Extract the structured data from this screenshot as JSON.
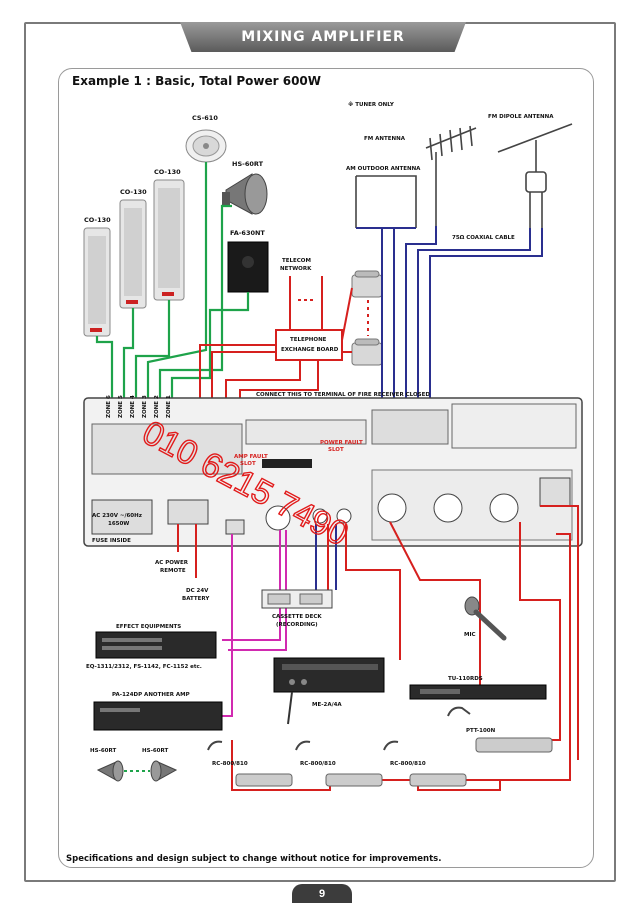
{
  "header": {
    "title": "MIXING AMPLIFIER"
  },
  "example_title": "Example 1 : Basic, Total Power 600W",
  "footer_note": "Specifications and design subject to change without notice for improvements.",
  "page_number": "9",
  "watermark": {
    "text": "010 6215 7490",
    "color": "#e21a1a"
  },
  "labels": {
    "co130_1": "CO-130",
    "co130_2": "CO-130",
    "co130_3": "CO-130",
    "cs610": "CS-610",
    "hs60rt": "HS-60RT",
    "fa630nt": "FA-630NT",
    "telecom": "TELECOM",
    "network": "NETWORK",
    "telephone": "TELEPHONE",
    "exchange_board": "EXCHANGE BOARD",
    "tuner_only": "※ TUNER ONLY",
    "fm_antenna": "FM ANTENNA",
    "fm_dipole": "FM DIPOLE ANTENNA",
    "am_outdoor": "AM OUTDOOR ANTENNA",
    "coaxial": "75Ω COAXIAL CABLE",
    "connect_fire": "CONNECT THIS TO TERMINAL OF FIRE RECEIVER CLOSED",
    "amp_fault": "AMP FAULT",
    "amp_fault_slot": "SLOT",
    "power_fault": "POWER FAULT",
    "power_fault_slot": "SLOT",
    "zone_6": "ZONE 6",
    "zone_5": "ZONE 5",
    "zone_4": "ZONE 4",
    "zone_3": "ZONE 3",
    "zone_2": "ZONE 2",
    "zone_1": "ZONE 1",
    "ac_230v": "AC 230V ~/60Hz",
    "ac_1650w": "1650W",
    "fuse": "FUSE INSIDE",
    "ac_power_remote_1": "AC POWER",
    "ac_power_remote_2": "REMOTE",
    "dc24v_1": "DC 24V",
    "dc24v_2": "BATTERY",
    "effect_equipments": "EFFECT EQUIPMENTS",
    "effect_models": "EQ-1311/2312, FS-1142, FC-1152 etc.",
    "cassette_1": "CASSETTE DECK",
    "cassette_2": "(RECORDING)",
    "mic": "MIC",
    "pa124dp": "PA-124DP ANOTHER AMP",
    "me2a": "ME-2A/4A",
    "tu110rds": "TU-110RDS",
    "ptt100n": "PTT-100N",
    "hs60rt_a": "HS-60RT",
    "hs60rt_b": "HS-60RT",
    "rc800_1": "RC-800/810",
    "rc800_2": "RC-800/810",
    "rc800_3": "RC-800/810"
  },
  "colors": {
    "green": "#1ea34a",
    "red": "#d6201e",
    "blue": "#2a2f8f",
    "magenta": "#d12ab0",
    "gray": "#7a7a7a"
  },
  "icons": {
    "column_speaker": "column-speaker-icon",
    "ceiling_speaker": "ceiling-speaker-icon",
    "horn_speaker": "horn-speaker-icon",
    "box_speaker": "box-speaker-icon",
    "telephone": "telephone-icon",
    "antenna": "antenna-icon",
    "microphone": "microphone-icon",
    "paging_console": "paging-console-icon"
  }
}
